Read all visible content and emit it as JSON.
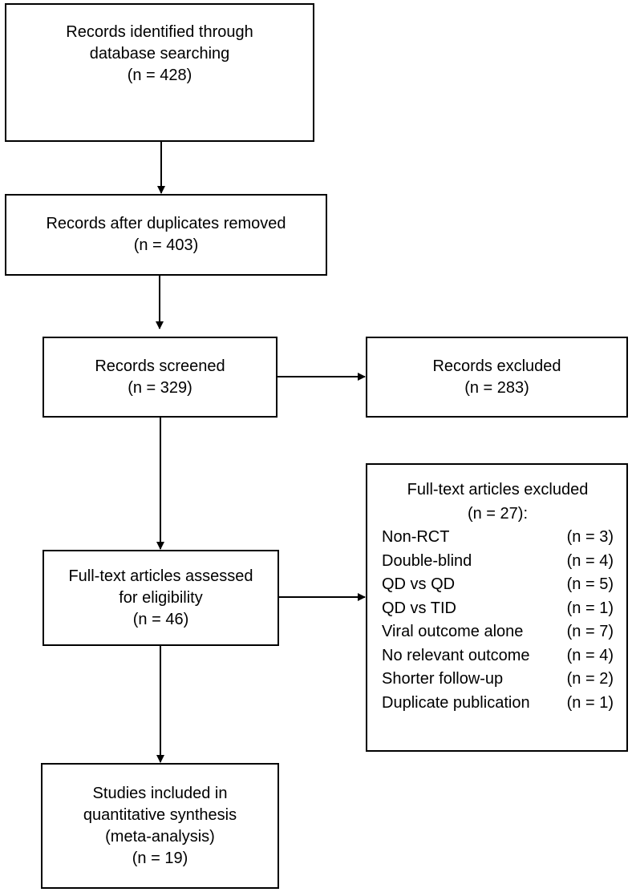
{
  "boxes": {
    "identified": {
      "lines": [
        "Records identified through",
        "database searching",
        "(n = 428)"
      ]
    },
    "dedup": {
      "lines": [
        "Records after duplicates removed",
        "(n = 403)"
      ]
    },
    "screened": {
      "lines": [
        "Records screened",
        "(n = 329)"
      ]
    },
    "excluded": {
      "lines": [
        "Records excluded",
        "(n = 283)"
      ]
    },
    "fulltext": {
      "lines": [
        "Full-text articles assessed",
        "for eligibility",
        "(n = 46)"
      ]
    },
    "included": {
      "lines": [
        "Studies included in",
        "quantitative synthesis",
        "(meta-analysis)",
        "(n = 19)"
      ]
    },
    "fulltext_excluded": {
      "title": "Full-text articles excluded",
      "count": "(n = 27):",
      "reasons": [
        {
          "label": "Non-RCT",
          "n": "(n = 3)"
        },
        {
          "label": "Double-blind",
          "n": "(n = 4)"
        },
        {
          "label": "QD vs QD",
          "n": "(n = 5)"
        },
        {
          "label": "QD vs TID",
          "n": "(n = 1)"
        },
        {
          "label": "Viral outcome alone",
          "n": "(n = 7)"
        },
        {
          "label": "No relevant outcome",
          "n": "(n = 4)"
        },
        {
          "label": "Shorter follow-up",
          "n": "(n = 2)"
        },
        {
          "label": "Duplicate publication",
          "n": "(n = 1)"
        }
      ]
    }
  }
}
